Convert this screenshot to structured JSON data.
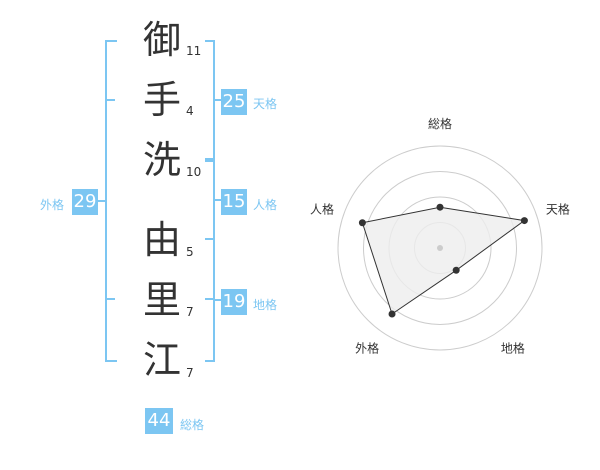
{
  "name": {
    "characters": [
      {
        "char": "御",
        "strokes": "11"
      },
      {
        "char": "手",
        "strokes": "4"
      },
      {
        "char": "洗",
        "strokes": "10"
      },
      {
        "char": "由",
        "strokes": "5"
      },
      {
        "char": "里",
        "strokes": "7"
      },
      {
        "char": "江",
        "strokes": "7"
      }
    ]
  },
  "fortune": {
    "tenkaku": {
      "value": "25",
      "label": "天格"
    },
    "jinkaku": {
      "value": "15",
      "label": "人格"
    },
    "chikaku": {
      "value": "19",
      "label": "地格"
    },
    "gaikaku": {
      "value": "29",
      "label": "外格"
    },
    "soukaku": {
      "value": "44",
      "label": "総格"
    }
  },
  "chart_data": {
    "type": "radar",
    "axes": [
      "総格",
      "天格",
      "地格",
      "外格",
      "人格"
    ],
    "values": [
      0.4,
      0.87,
      0.27,
      0.8,
      0.8
    ],
    "rings": 4,
    "max": 1,
    "colors": {
      "fill": "#eeeeee",
      "line": "#333333",
      "grid": "#cccccc",
      "accent": "#7cc6f2"
    }
  }
}
